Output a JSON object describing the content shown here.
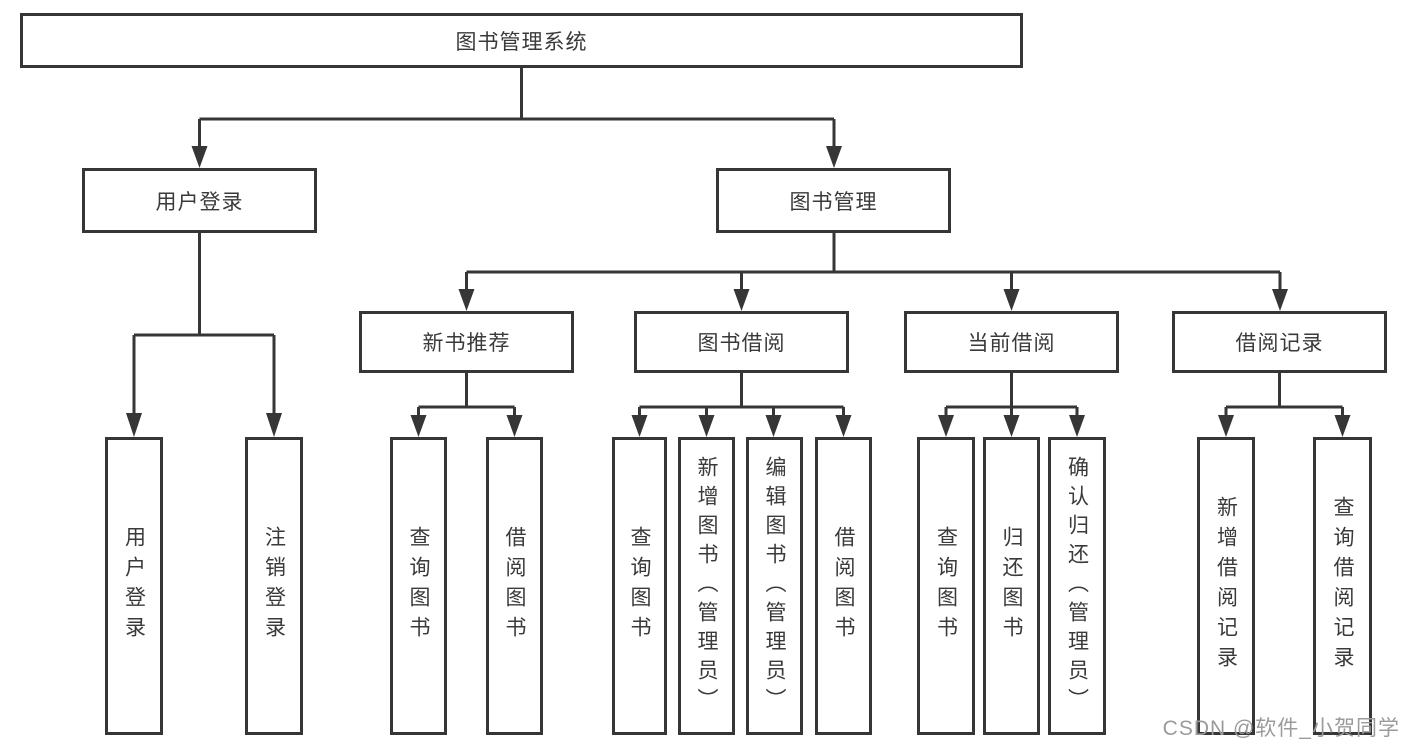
{
  "tree": {
    "root": {
      "label": "图书管理系统"
    },
    "children": [
      {
        "label": "用户登录",
        "children": [
          {
            "label": "用户登录"
          },
          {
            "label": "注销登录"
          }
        ]
      },
      {
        "label": "图书管理",
        "children": [
          {
            "label": "新书推荐",
            "children": [
              {
                "label": "查询图书"
              },
              {
                "label": "借阅图书"
              }
            ]
          },
          {
            "label": "图书借阅",
            "children": [
              {
                "label": "查询图书"
              },
              {
                "label": "新增图书（管理员）"
              },
              {
                "label": "编辑图书（管理员）"
              },
              {
                "label": "借阅图书"
              }
            ]
          },
          {
            "label": "当前借阅",
            "children": [
              {
                "label": "查询图书"
              },
              {
                "label": "归还图书"
              },
              {
                "label": "确认归还（管理员）"
              }
            ]
          },
          {
            "label": "借阅记录",
            "children": [
              {
                "label": "新增借阅记录"
              },
              {
                "label": "查询借阅记录"
              }
            ]
          }
        ]
      }
    ]
  },
  "watermark": {
    "text": "CSDN @软件_小贺同学"
  },
  "colors": {
    "line": "#363636",
    "text": "#3a3a3a",
    "watermark": "#9b9b9b",
    "background": "#ffffff"
  }
}
